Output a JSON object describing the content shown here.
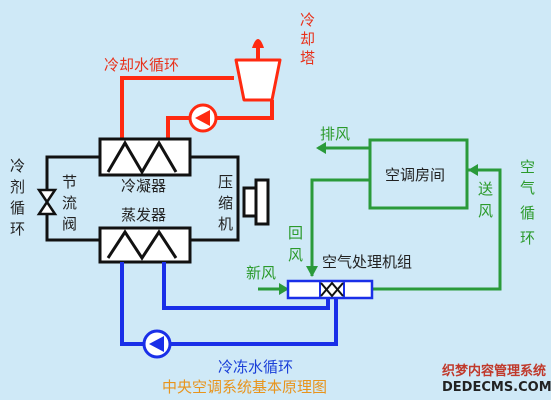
{
  "title": "中央空调系统基本原理图",
  "labels": {
    "cooling_tower": [
      "冷",
      "却",
      "塔"
    ],
    "cooling_water_loop": "冷却水循环",
    "refrigerant_loop": [
      "冷",
      "剂",
      "循",
      "环"
    ],
    "throttle_valve": [
      "节",
      "流",
      "阀"
    ],
    "condenser": "冷凝器",
    "compressor": [
      "压",
      "缩",
      "机"
    ],
    "evaporator": "蒸发器",
    "chilled_water_loop": "冷冻水循环",
    "exhaust_air": "排风",
    "ac_room": "空调房间",
    "supply_air": [
      "送",
      "风"
    ],
    "air_loop": [
      "空",
      "气",
      "循",
      "环"
    ],
    "return_air": [
      "回",
      "风"
    ],
    "fresh_air": "新风",
    "ahu": "空气处理机组"
  },
  "watermark": {
    "site_name": "织梦内容管理系统",
    "url": "DEDECMS.COM"
  },
  "colors": {
    "cooling_water": "#ff2a10",
    "chilled_water": "#1a2fe8",
    "air": "#2a9a3a",
    "refrigerant": "#111111",
    "label_orange": "#e8941c"
  },
  "icons": [
    "pump-icon",
    "valve-icon",
    "compressor-icon",
    "tower-icon",
    "heat-exchanger-icon"
  ]
}
